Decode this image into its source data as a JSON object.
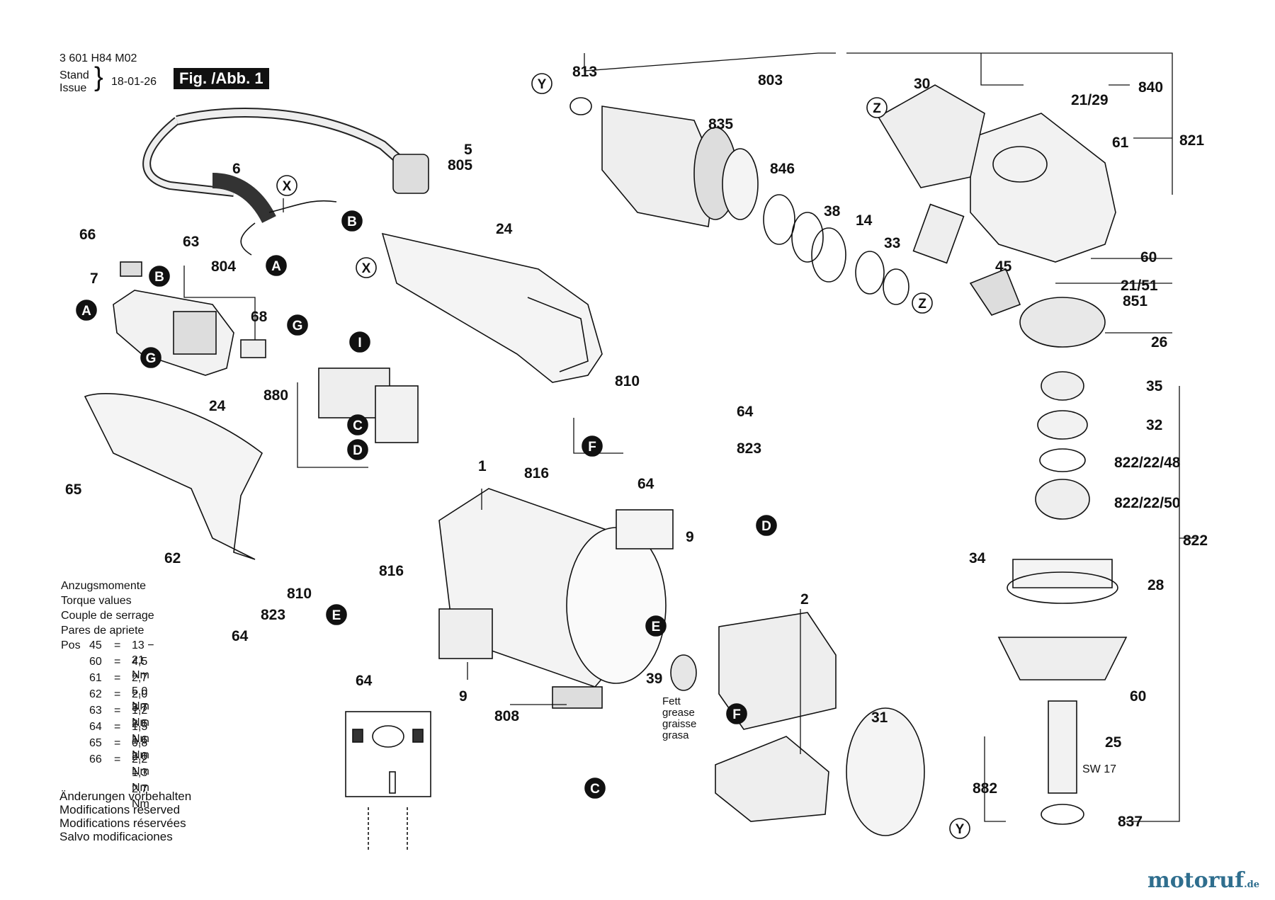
{
  "header": {
    "doc_number": "3 601 H84 M02",
    "stand_label": "Stand",
    "issue_label": "Issue",
    "brace": "}",
    "date": "18-01-26",
    "figure": "Fig. /Abb. 1"
  },
  "torque": {
    "titles": [
      "Anzugsmomente",
      "Torque values",
      "Couple de serrage",
      "Pares de apriete"
    ],
    "pos_label": "Pos",
    "rows": [
      {
        "pos": "45",
        "eq": "=",
        "value": "13 − 21 Nm"
      },
      {
        "pos": "60",
        "eq": "=",
        "value": "4,5 − 5,0 Nm"
      },
      {
        "pos": "61",
        "eq": "=",
        "value": "2,7 − 3,7 Nm"
      },
      {
        "pos": "62",
        "eq": "=",
        "value": "2,0 − 2,5 Nm"
      },
      {
        "pos": "63",
        "eq": "=",
        "value": "1,2 − 1,6 Nm"
      },
      {
        "pos": "64",
        "eq": "=",
        "value": "1,5 − 2,0 Nm"
      },
      {
        "pos": "65",
        "eq": "=",
        "value": "0,8 − 1,3 Nm"
      },
      {
        "pos": "66",
        "eq": "=",
        "value": "2,2 − 2,7 Nm"
      }
    ]
  },
  "notes": [
    "Änderungen vorbehalten",
    "Modifications reserved",
    "Modifications réservées",
    "Salvo modificaciones"
  ],
  "grease": [
    "Fett",
    "grease",
    "graisse",
    "grasa"
  ],
  "wrench_size": "SW 17",
  "logo": {
    "main": "motoruf",
    "suffix": ".de"
  },
  "part_labels": [
    "813",
    "803",
    "30",
    "840",
    "21/29",
    "821",
    "61",
    "835",
    "846",
    "38",
    "14",
    "33",
    "60",
    "21/51",
    "851",
    "45",
    "26",
    "35",
    "32",
    "822/22/48",
    "822/22/50",
    "822",
    "34",
    "28",
    "60",
    "25",
    "882",
    "837",
    "5",
    "805",
    "6",
    "66",
    "63",
    "7",
    "804",
    "68",
    "24",
    "880",
    "24",
    "65",
    "62",
    "810",
    "64",
    "823",
    "816",
    "64",
    "9",
    "1",
    "810",
    "816",
    "823",
    "64",
    "64",
    "9",
    "808",
    "39",
    "2",
    "31"
  ],
  "connectors": [
    "X",
    "B",
    "A",
    "B",
    "A",
    "G",
    "X",
    "G",
    "I",
    "C",
    "D",
    "Y",
    "Z",
    "Z",
    "F",
    "D",
    "E",
    "E",
    "F",
    "C",
    "Y"
  ]
}
